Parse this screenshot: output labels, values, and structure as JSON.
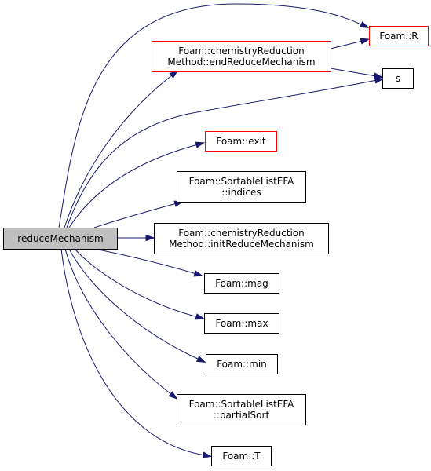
{
  "colors": {
    "edge": "#191970",
    "border_default": "#000000",
    "border_incomplete": "#ff0000",
    "root_fill": "#bfbfbf",
    "node_fill": "#ffffff"
  },
  "root": {
    "label": "reduceMechanism"
  },
  "nodes": {
    "R": {
      "lines": [
        "Foam::R"
      ],
      "border": "red"
    },
    "endReduce": {
      "lines": [
        "Foam::chemistryReduction",
        "Method::endReduceMechanism"
      ],
      "border": "red"
    },
    "s": {
      "lines": [
        "s"
      ],
      "border": "black"
    },
    "exit": {
      "lines": [
        "Foam::exit"
      ],
      "border": "red"
    },
    "indices": {
      "lines": [
        "Foam::SortableListEFA",
        "::indices"
      ],
      "border": "black"
    },
    "initReduce": {
      "lines": [
        "Foam::chemistryReduction",
        "Method::initReduceMechanism"
      ],
      "border": "black"
    },
    "mag": {
      "lines": [
        "Foam::mag"
      ],
      "border": "black"
    },
    "max": {
      "lines": [
        "Foam::max"
      ],
      "border": "black"
    },
    "min": {
      "lines": [
        "Foam::min"
      ],
      "border": "black"
    },
    "partialSort": {
      "lines": [
        "Foam::SortableListEFA",
        "::partialSort"
      ],
      "border": "black"
    },
    "T": {
      "lines": [
        "Foam::T"
      ],
      "border": "black"
    }
  },
  "edges": [
    {
      "from": "root",
      "to": "R"
    },
    {
      "from": "root",
      "to": "endReduce"
    },
    {
      "from": "root",
      "to": "s"
    },
    {
      "from": "root",
      "to": "exit"
    },
    {
      "from": "root",
      "to": "indices"
    },
    {
      "from": "root",
      "to": "initReduce"
    },
    {
      "from": "root",
      "to": "mag"
    },
    {
      "from": "root",
      "to": "max"
    },
    {
      "from": "root",
      "to": "min"
    },
    {
      "from": "root",
      "to": "partialSort"
    },
    {
      "from": "root",
      "to": "T"
    },
    {
      "from": "endReduce",
      "to": "R"
    },
    {
      "from": "endReduce",
      "to": "s"
    }
  ]
}
